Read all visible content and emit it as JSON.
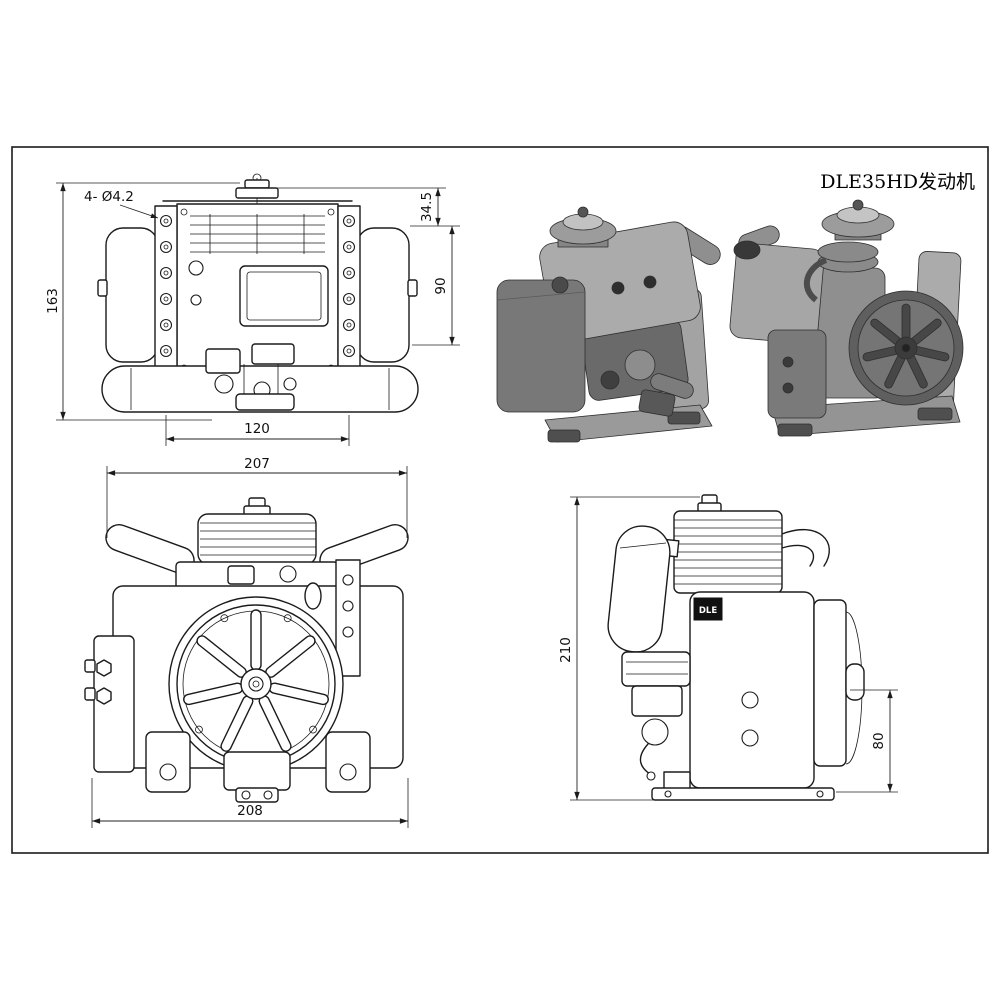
{
  "title": "DLE35HD发动机",
  "views": {
    "top": {
      "dims": {
        "hole_callout": "4- Ø4.2",
        "overall_height": "163",
        "hub_offset": "34.5",
        "mount_span": "90",
        "mount_width": "120"
      }
    },
    "front": {
      "dims": {
        "width_top": "207",
        "width_bottom": "208"
      }
    },
    "side": {
      "dims": {
        "overall_height": "210",
        "mount_height": "80"
      },
      "badge": "DLE"
    }
  },
  "colors": {
    "line": "#1b1b1b",
    "sheet": "#ffffff",
    "render_light": "#b5b5b5",
    "render_mid": "#8f8f8f",
    "render_dark": "#5c5c5c"
  }
}
